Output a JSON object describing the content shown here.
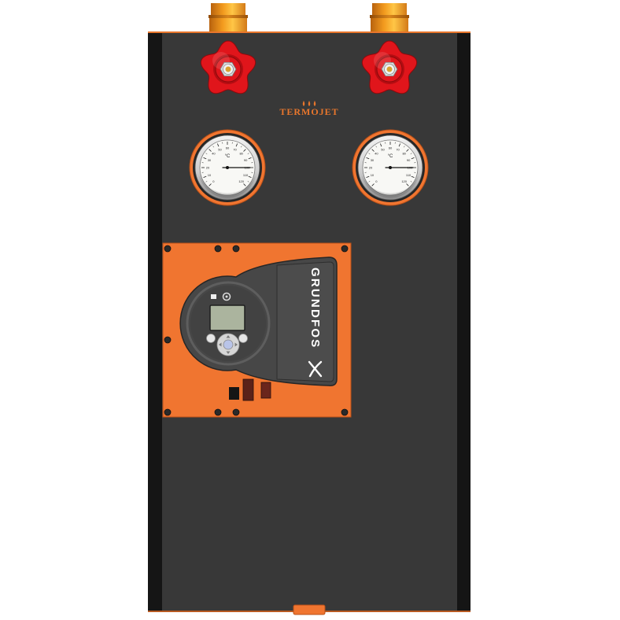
{
  "logo": {
    "text": "TERMOJET",
    "icon": "flame-icon"
  },
  "pump": {
    "brand": "GRUNDFOS",
    "brand_icon": "grundfos-x-icon"
  },
  "thermometer_dial": {
    "range": [
      0,
      120
    ],
    "labels": [
      "0",
      "10",
      "20",
      "30",
      "40",
      "50",
      "60",
      "70",
      "80",
      "90",
      "100",
      "110",
      "120"
    ]
  },
  "thermometers": [
    {
      "unit": "°C",
      "reading": 100
    },
    {
      "unit": "°C",
      "reading": 100
    }
  ],
  "icons": {
    "valve": "handwheel-valve-icon",
    "screw": "screw-icon",
    "display": "pump-display-icon",
    "controls": "control-pad-icon"
  },
  "colors": {
    "cabinet": "#383838",
    "side_strips": "#151515",
    "accent_orange": "#f07530",
    "valve_red": "#e0151b",
    "pipe_brass": "#f5a623",
    "pump_body": "#474747",
    "pump_display": "#abb49e",
    "logo_text": "#e8762c"
  }
}
